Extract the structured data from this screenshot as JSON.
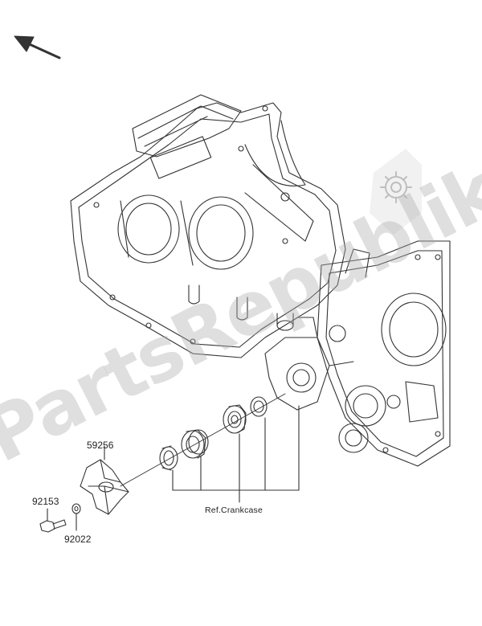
{
  "parts": {
    "impeller": "59256",
    "bolt": "92153",
    "washer": "92022"
  },
  "reference_label": "Ref.Crankcase",
  "watermark": "PartsRepublik",
  "colors": {
    "line": "#333333",
    "watermark": "#aaaaaa"
  },
  "icons": {
    "direction": "arrow-up-left-icon",
    "watermark_gear": "gear-icon"
  }
}
